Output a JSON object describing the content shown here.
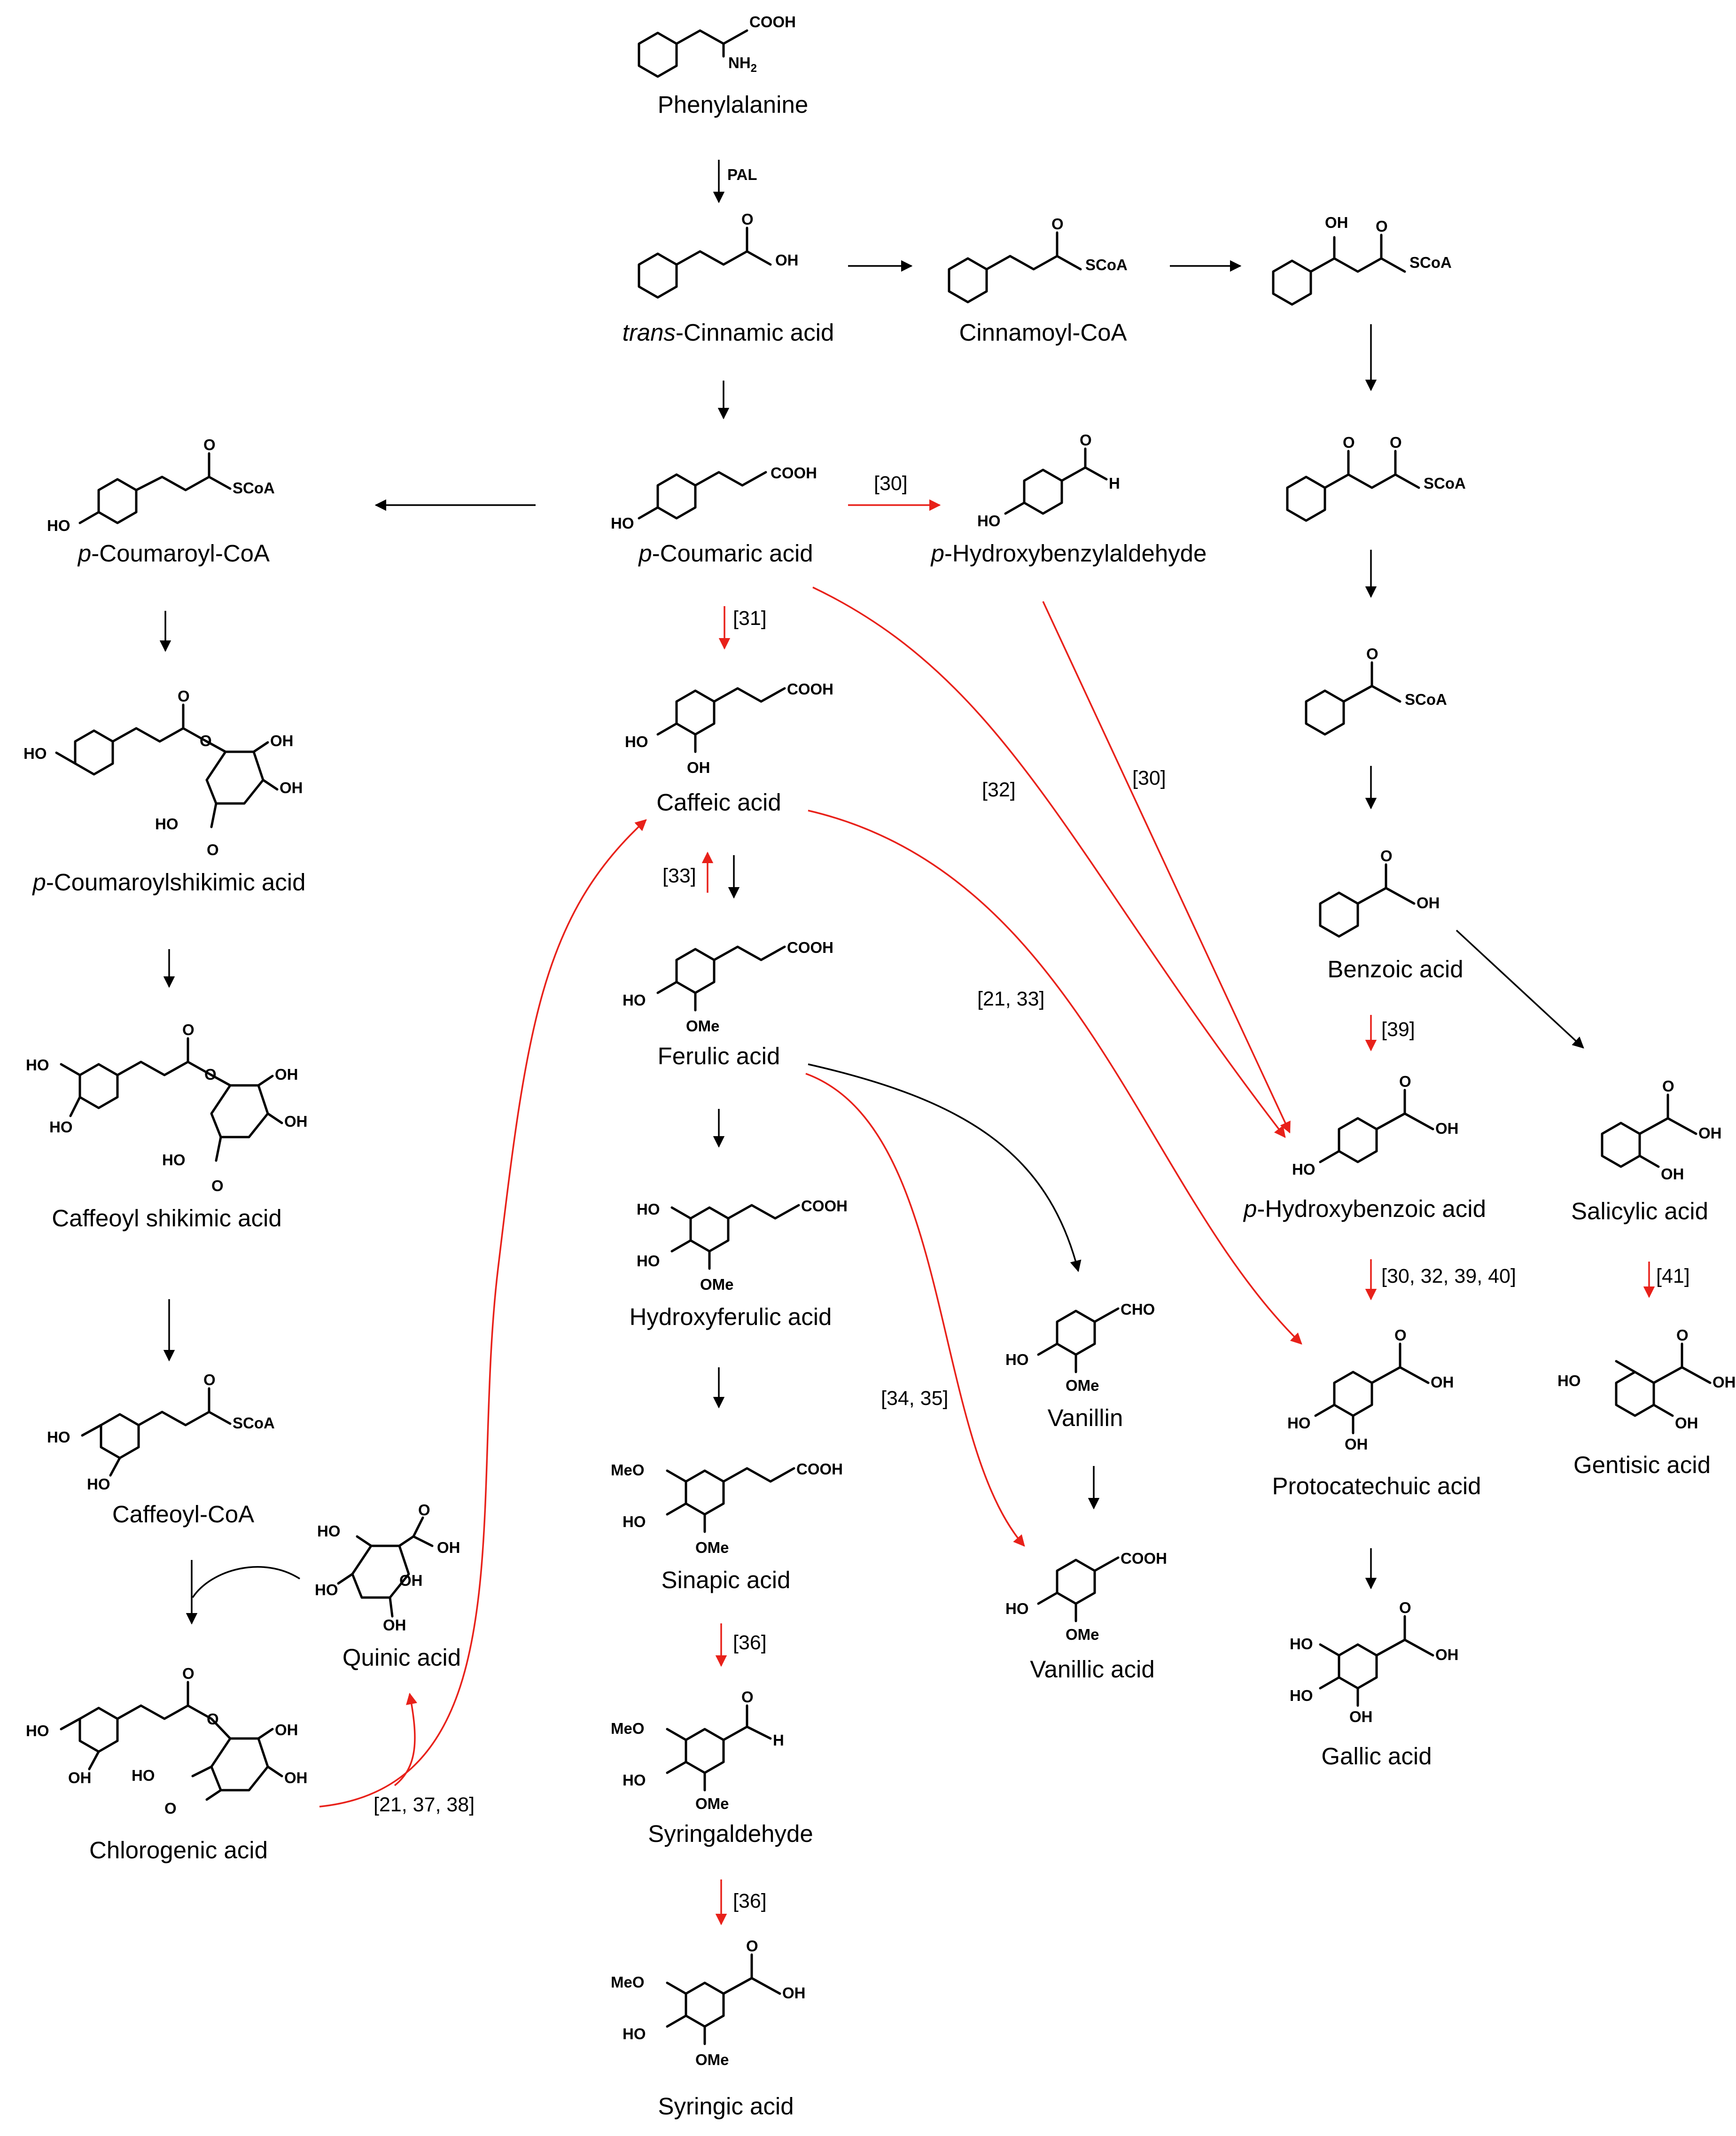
{
  "colors": {
    "enzymatic_arrow": "#000000",
    "microbial_arrow": "#e8211a"
  },
  "compounds": {
    "phenylalanine": "Phenylalanine",
    "cinnamic_prefix": "trans",
    "cinnamic_suffix": "-Cinnamic acid",
    "cinnamoyl_coa": "Cinnamoyl-CoA",
    "p_coumaric_prefix": "p",
    "p_coumaric_suffix": "-Coumaric acid",
    "p_hba_ald_prefix": "p",
    "p_hba_ald_suffix": "-Hydroxybenzylaldehyde",
    "p_coumaroyl_coa_prefix": "p",
    "p_coumaroyl_coa_suffix": "-Coumaroyl-CoA",
    "p_coumaroylshikimic_prefix": "p",
    "p_coumaroylshikimic_suffix": "-Coumaroylshikimic acid",
    "caffeoyl_shikimic": "Caffeoyl shikimic acid",
    "caffeoyl_coa": "Caffeoyl-CoA",
    "chlorogenic": "Chlorogenic acid",
    "quinic": "Quinic acid",
    "caffeic": "Caffeic acid",
    "ferulic": "Ferulic acid",
    "hydroxyferulic": "Hydroxyferulic acid",
    "sinapic": "Sinapic acid",
    "syringaldehyde": "Syringaldehyde",
    "syringic": "Syringic acid",
    "vanillin": "Vanillin",
    "vanillic": "Vanillic acid",
    "benzoic": "Benzoic acid",
    "p_hba_prefix": "p",
    "p_hba_suffix": "-Hydroxybenzoic acid",
    "salicylic": "Salicylic acid",
    "protocatechuic": "Protocatechuic acid",
    "gentisic": "Gentisic acid",
    "gallic": "Gallic acid"
  },
  "enzymes": {
    "pal": "PAL"
  },
  "references": {
    "r30_top": "[30]",
    "r31": "[31]",
    "r32": "[32]",
    "r30_mid": "[30]",
    "r33": "[33]",
    "r21_33": "[21, 33]",
    "r34_35": "[34, 35]",
    "r39": "[39]",
    "r30_32_39_40": "[30, 32, 39, 40]",
    "r41": "[41]",
    "r36_a": "[36]",
    "r36_b": "[36]",
    "r21_37_38": "[21, 37, 38]"
  },
  "atoms": {
    "cooh": "COOH",
    "nh": "NH",
    "two": "2",
    "o": "O",
    "oh": "OH",
    "h": "H",
    "scoa": "SCoA",
    "ho": "HO",
    "ome": "OMe",
    "meo": "MeO",
    "cho": "CHO"
  }
}
